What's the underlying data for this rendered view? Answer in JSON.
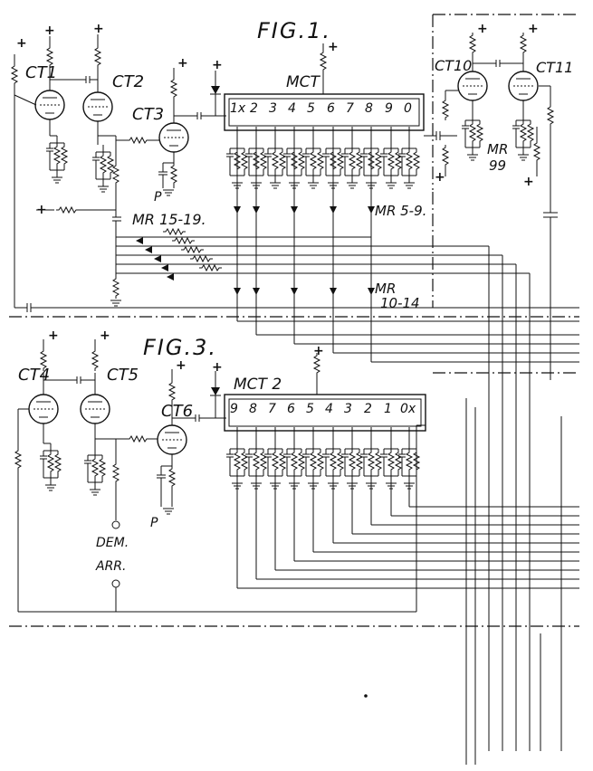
{
  "figures": {
    "fig1": "FIG.1.",
    "fig3": "FIG.3."
  },
  "tubes": {
    "ct1": "CT1",
    "ct2": "CT2",
    "ct3": "CT3",
    "ct4": "CT4",
    "ct5": "CT5",
    "ct6": "CT6",
    "ct10": "CT10",
    "ct11": "CT11"
  },
  "counters": {
    "mct": "MCT",
    "mct2": "MCT 2",
    "mct_digits": [
      "1x",
      "2",
      "3",
      "4",
      "5",
      "6",
      "7",
      "8",
      "9",
      "0"
    ],
    "mct2_digits": [
      "9",
      "8",
      "7",
      "6",
      "5",
      "4",
      "3",
      "2",
      "1",
      "0x"
    ]
  },
  "rectifiers": {
    "mr1519": "MR 15-19.",
    "mr59": "MR 5-9.",
    "mr1014_a": "MR",
    "mr1014_b": "10-14",
    "mr99_a": "MR",
    "mr99_b": "99"
  },
  "terminals": {
    "p1": "P",
    "p2": "P",
    "dem": "DEM.",
    "arr": "ARR."
  },
  "symbols": {
    "plus": "+"
  }
}
